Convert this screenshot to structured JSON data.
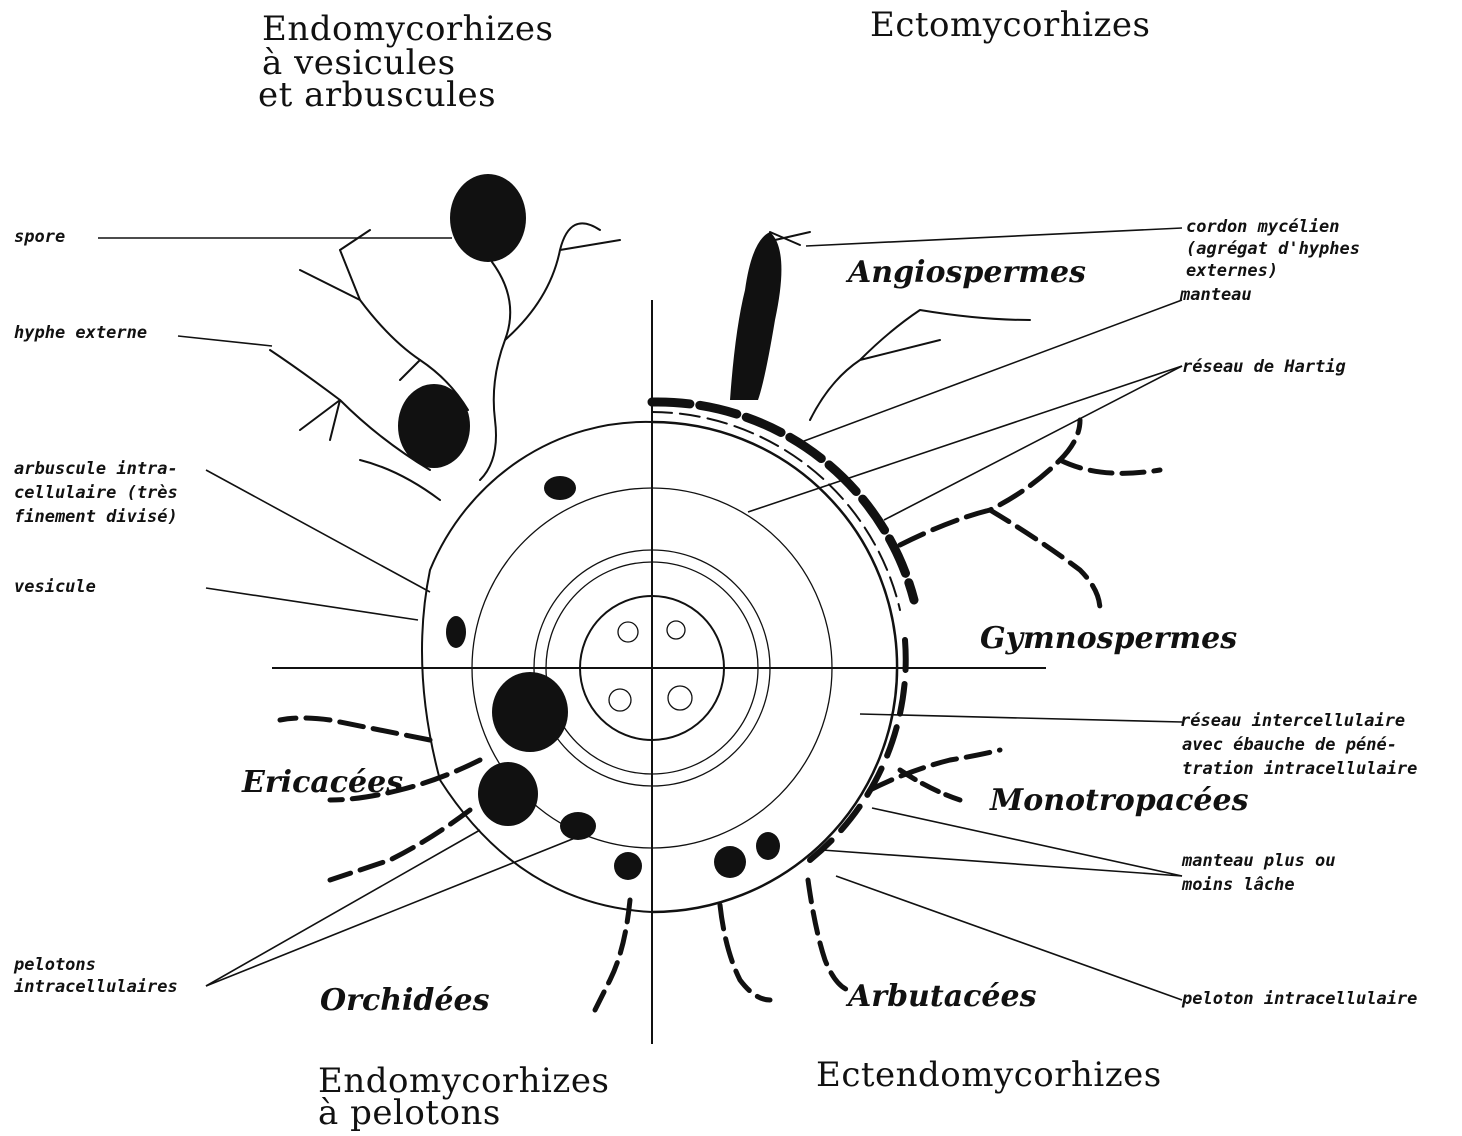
{
  "quadrants": {
    "top_left": [
      "Endomycorhizes",
      "à vesicules",
      "et arbuscules"
    ],
    "top_right": "Ectomycorhizes",
    "bottom_left": [
      "Endomycorhizes",
      "à pelotons"
    ],
    "bottom_right": "Ectendomycorhizes"
  },
  "taxa": {
    "angiospermes": "Angiospermes",
    "gymnospermes": "Gymnospermes",
    "ericacees": "Ericacées",
    "monotropacees": "Monotropacées",
    "orchidees": "Orchidées",
    "arbutacees": "Arbutacées"
  },
  "labels_left": {
    "spore": "spore",
    "hyphe_externe": "hyphe externe",
    "arbuscule": [
      "arbuscule intra-",
      "cellulaire (très",
      "finement divisé)"
    ],
    "vesicule": "vesicule",
    "pelotons": [
      "pelotons",
      "intracellulaires"
    ]
  },
  "labels_right": {
    "cordon": [
      "cordon mycélien",
      "(agrégat d'hyphes",
      "externes)"
    ],
    "manteau": "manteau",
    "reseau_hartig": "réseau de Hartig",
    "reseau_intercellulaire": [
      "réseau intercellulaire",
      "avec ébauche de péné-",
      "tration intracellulaire"
    ],
    "manteau_lache": [
      "manteau plus ou",
      "moins lâche"
    ],
    "peloton": "peloton intracellulaire"
  },
  "colors": {
    "ink": "#111111",
    "paper": "#ffffff"
  }
}
